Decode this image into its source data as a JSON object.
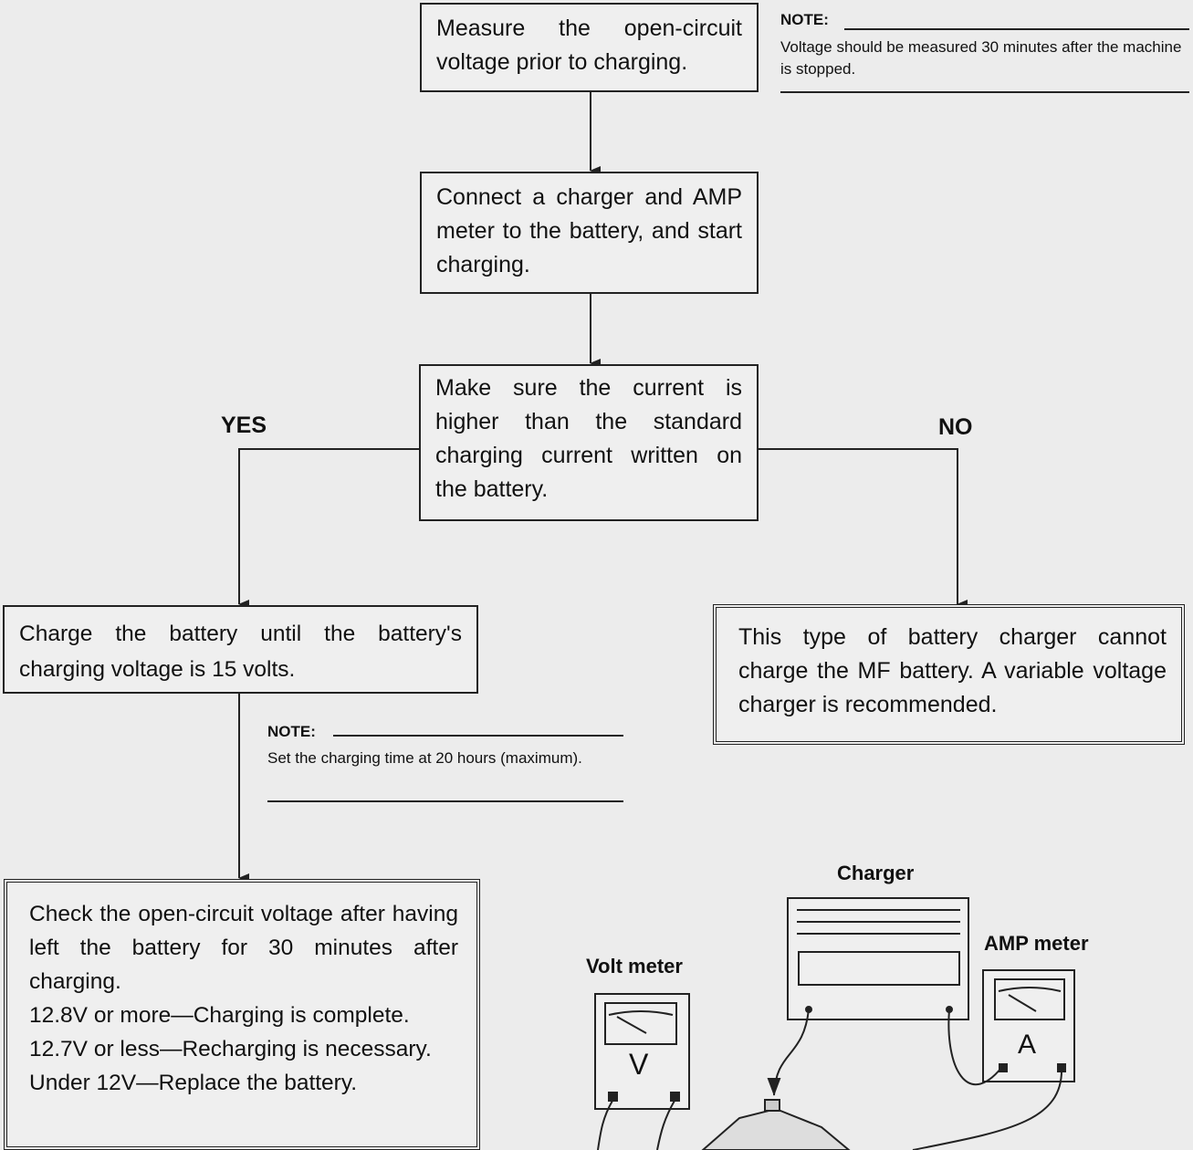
{
  "flow": {
    "step1": "Measure the open-circuit voltage prior to charging.",
    "step2": "Connect a charger and AMP meter to the battery, and start charging.",
    "step3": "Make sure the current is higher than the standard charging current written on the battery.",
    "yes_label": "YES",
    "no_label": "NO",
    "yes_box": "Charge the battery until the battery's charging voltage is 15 volts.",
    "no_box": "This type of battery charger cannot charge the MF battery. A variable voltage charger is recommended.",
    "final_box": {
      "line1": "Check the open-circuit voltage after having left the battery for 30 minutes after charging.",
      "line2": "12.8V or more—Charging is complete.",
      "line3": "12.7V or less—Recharging is necessary.",
      "line4": "Under 12V—Replace the battery."
    }
  },
  "notes": {
    "note1": {
      "head": "NOTE:",
      "text": "Voltage should be measured 30 minutes after the machine is stopped."
    },
    "note2": {
      "head": "NOTE:",
      "text": "Set the charging time at 20 hours (maximum)."
    }
  },
  "illustration": {
    "charger_label": "Charger",
    "amp_label": "AMP meter",
    "volt_label": "Volt meter",
    "volt_symbol": "V",
    "amp_symbol": "A"
  }
}
